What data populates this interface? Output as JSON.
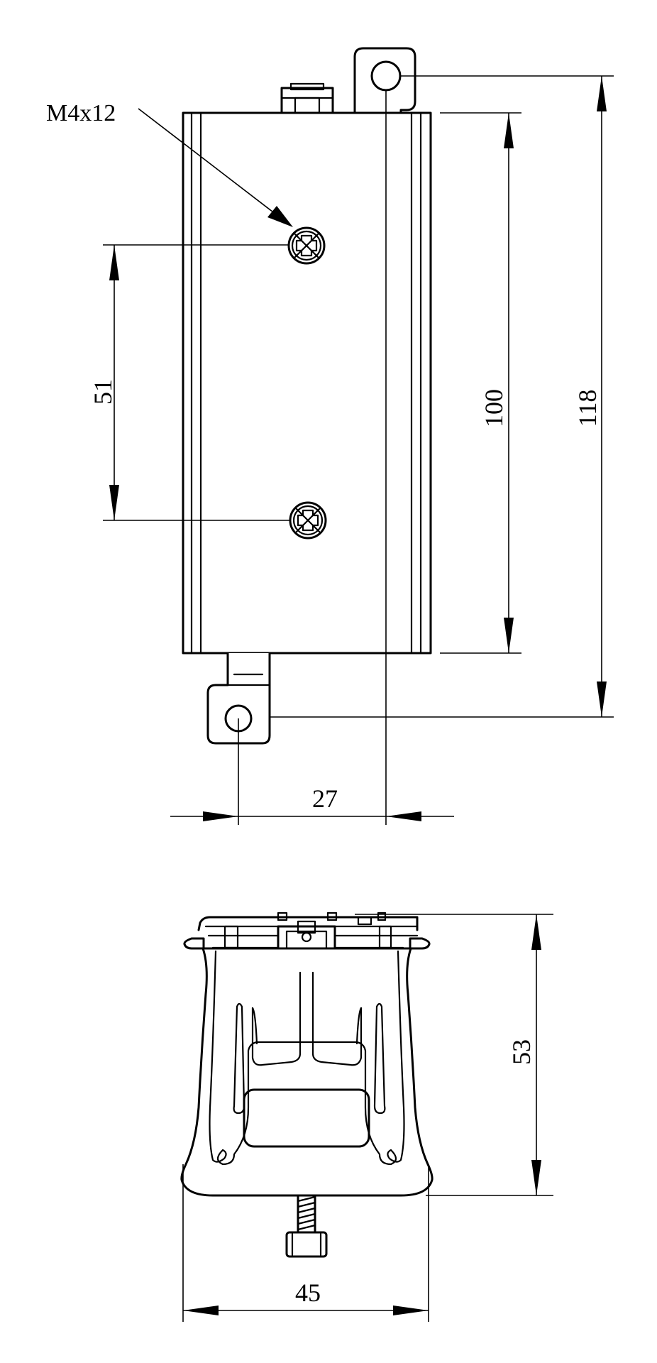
{
  "dimensions": {
    "screw_spec": "M4x12",
    "screw_spacing": "51",
    "body_height": "100",
    "overall_height": "118",
    "mount_offset": "27",
    "section_height": "53",
    "section_width": "45"
  },
  "colors": {
    "line": "#000000",
    "background": "#ffffff"
  }
}
